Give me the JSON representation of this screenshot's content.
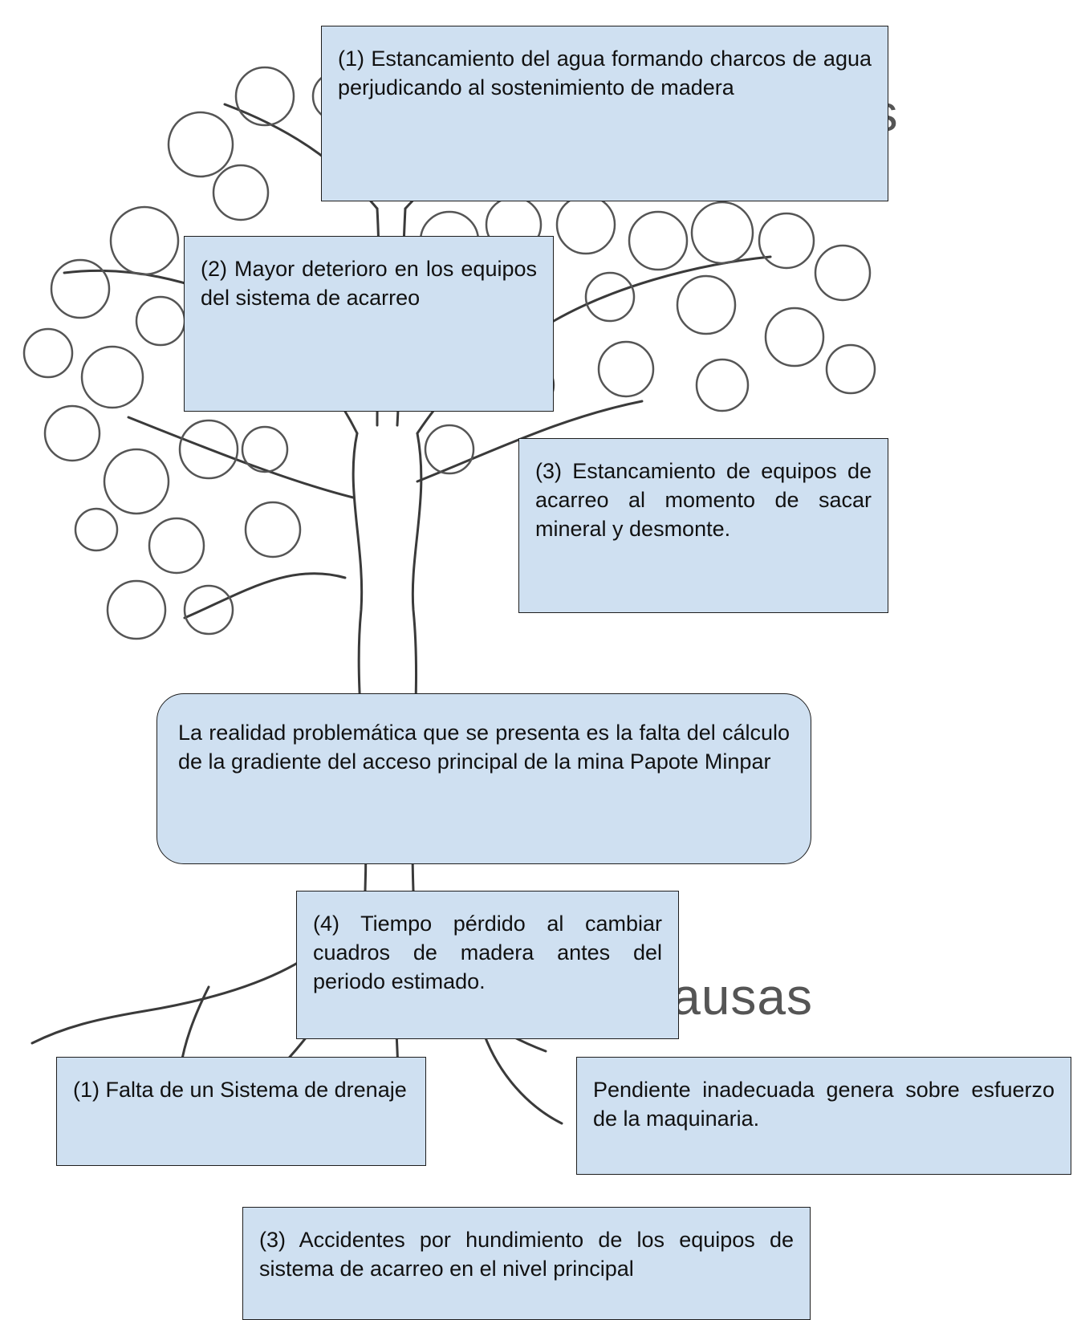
{
  "background_words": {
    "top_right": "os",
    "bottom": "Causas"
  },
  "effects": [
    {
      "text": "(1) Estancamiento del agua formando charcos de agua perjudicando al sostenimiento de madera"
    },
    {
      "text": "(2) Mayor deterioro en los equipos del sistema de acarreo"
    },
    {
      "text": "(3) Estancamiento de equipos de acarreo al momento de sacar mineral y desmonte."
    }
  ],
  "problem": {
    "text": "La realidad problemática que se presenta es la falta del cálculo de la gradiente del acceso principal de la mina Papote Minpar"
  },
  "causes": [
    {
      "text": "(4) Tiempo pérdido al cambiar cuadros de madera antes del periodo estimado."
    },
    {
      "text": "(1) Falta de un Sistema de drenaje"
    },
    {
      "text": "Pendiente inadecuada genera sobre esfuerzo de la maquinaria."
    },
    {
      "text": "(3) Accidentes por hundimiento de los equipos de sistema de acarreo en el nivel principal"
    }
  ],
  "colors": {
    "box_fill": "#cfe0f1",
    "box_border": "#1e1e1e",
    "tree_ink": "#3a3a3a"
  }
}
